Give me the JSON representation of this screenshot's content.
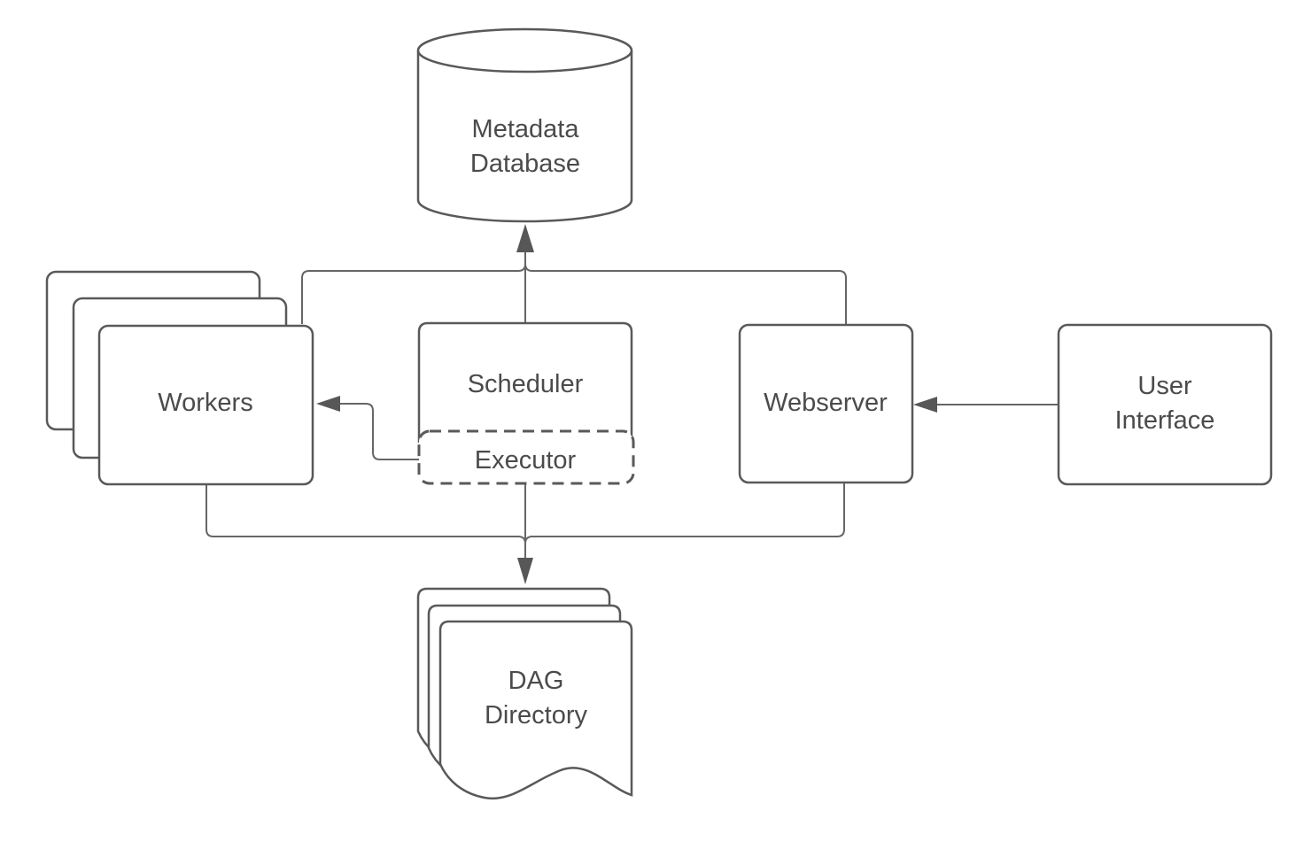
{
  "diagram": {
    "type": "architecture-diagram",
    "nodes": {
      "metadata_database": {
        "label": "Metadata Database",
        "shape": "cylinder"
      },
      "workers": {
        "label": "Workers",
        "shape": "stacked-rounded-rectangles",
        "stack_count": 3
      },
      "scheduler": {
        "label": "Scheduler",
        "shape": "rounded-rectangle"
      },
      "executor": {
        "label": "Executor",
        "shape": "dashed-rounded-rectangle",
        "nested_in": "scheduler"
      },
      "webserver": {
        "label": "Webserver",
        "shape": "rounded-rectangle"
      },
      "user_interface": {
        "label": "User Interface",
        "shape": "rounded-rectangle"
      },
      "dag_directory": {
        "label": "DAG Directory",
        "shape": "stacked-documents",
        "stack_count": 3
      }
    },
    "edges": [
      {
        "from": "scheduler",
        "to": "metadata_database",
        "arrowhead": "at metadata_database"
      },
      {
        "from": "workers",
        "to": "metadata_database",
        "arrowhead": "merges into scheduler line"
      },
      {
        "from": "webserver",
        "to": "metadata_database",
        "arrowhead": "merges into scheduler line"
      },
      {
        "from": "executor",
        "to": "workers",
        "arrowhead": "at workers"
      },
      {
        "from": "user_interface",
        "to": "webserver",
        "arrowhead": "at webserver"
      },
      {
        "from": "executor",
        "to": "dag_directory",
        "arrowhead": "at dag_directory"
      },
      {
        "from": "workers",
        "to": "dag_directory",
        "arrowhead": "merges into executor line"
      },
      {
        "from": "webserver",
        "to": "dag_directory",
        "arrowhead": "merges into executor line"
      }
    ],
    "colors": {
      "background": "#ffffff",
      "shape_fill": "#ffffff",
      "shape_border": "#595959",
      "connector": "#666666",
      "arrowhead": "#575757",
      "text": "#4b4b4b"
    }
  }
}
